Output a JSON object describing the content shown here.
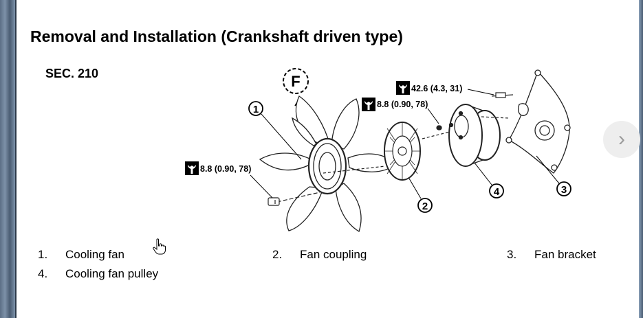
{
  "page": {
    "title": "Removal and Installation (Crankshaft driven type)",
    "section": "SEC. 210"
  },
  "diagram": {
    "front_marker": "F",
    "callouts": [
      "1",
      "2",
      "3",
      "4"
    ],
    "torque_labels": {
      "pulley_bolt": "42.6 (4.3, 31)",
      "coupling_nut": "8.8 (0.90, 78)",
      "fan_bolt": "8.8 (0.90, 78)"
    },
    "torque_icon": "torque-wrench-icon"
  },
  "parts": [
    {
      "num": "1.",
      "name": "Cooling fan"
    },
    {
      "num": "2.",
      "name": "Fan coupling"
    },
    {
      "num": "3.",
      "name": "Fan bracket"
    },
    {
      "num": "4.",
      "name": "Cooling fan pulley"
    }
  ],
  "nav": {
    "next_icon": "chevron-right-icon",
    "next_glyph": "›"
  },
  "cursor": {
    "icon": "hand-pointer-icon"
  }
}
